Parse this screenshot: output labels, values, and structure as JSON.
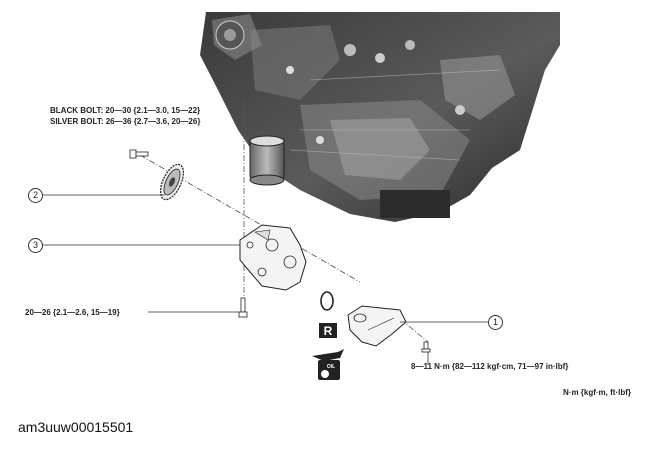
{
  "torque_specs": {
    "black_bolt": "BLACK BOLT: 20—30 {2.1—3.0, 15—22}",
    "silver_bolt": "SILVER BOLT: 26—36 {2.7—3.6, 20—26}",
    "lower_bolt": "20—26 {2.1—2.6, 15—19}",
    "pan_bolt": "8—11 N·m {82—112 kgf·cm, 71—97 in·lbf}",
    "units": "N·m {kgf·m, ft·lbf}"
  },
  "callouts": [
    "2",
    "3",
    "1"
  ],
  "symbols": {
    "replace": "R",
    "oil": "OIL"
  },
  "figure_code": "am3uuw00015501"
}
